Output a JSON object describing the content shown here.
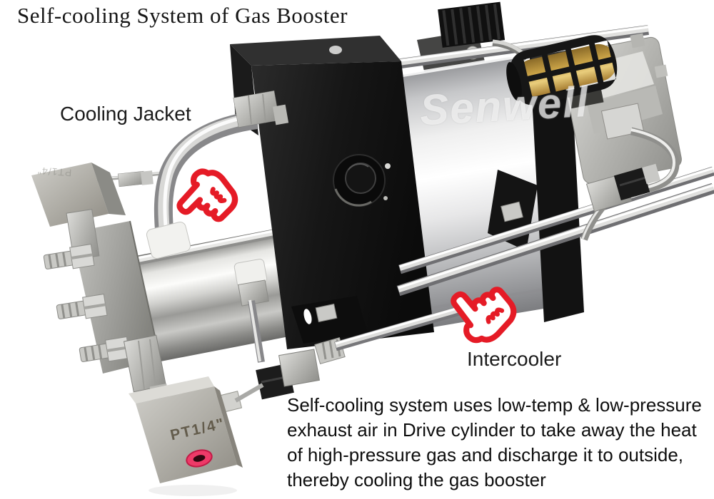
{
  "page": {
    "title_caption": "Self-cooling System of Gas Booster"
  },
  "watermark": {
    "text": "Senwell"
  },
  "annotations": {
    "cooling_jacket_label": "Cooling Jacket",
    "intercooler_label": "Intercooler",
    "port_marking": "PT1/4\"",
    "description_lines": [
      "Self-cooling system uses low-temp & low-pressure",
      "exhaust air in Drive cylinder to take away the heat",
      "of high-pressure gas and discharge it to outside,",
      "thereby cooling the gas booster"
    ]
  },
  "icons": {
    "cooling_jacket_pointer": "pointing-hand-icon",
    "intercooler_pointer": "pointing-hand-icon"
  },
  "colors": {
    "pointer_red": "#e51b26",
    "oring_red": "#ee3a68",
    "text_black": "#161616",
    "watermark_white": "rgba(255,255,255,0.62)"
  }
}
